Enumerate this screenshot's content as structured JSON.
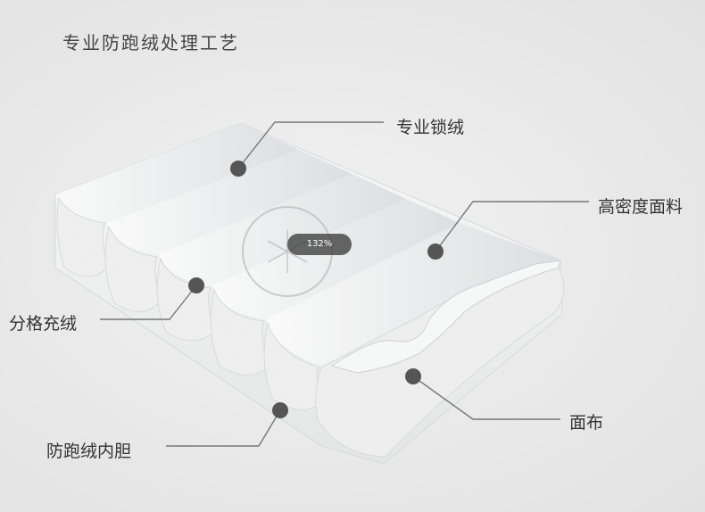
{
  "title": "专业防跑绒处理工艺",
  "labels": {
    "lock_down": "专业锁绒",
    "high_density_fabric": "高密度面料",
    "grid_fill": "分格充绒",
    "outer_fabric": "面布",
    "downproof_liner": "防跑绒内胆"
  },
  "zoom_badge": "132%",
  "colors": {
    "background": "#e9e9e9",
    "fabric": "#f2f3f3",
    "down_fill": "#ededed",
    "marker": "#555555",
    "leader_line": "#777777"
  },
  "icons": {
    "logo": "down-feather-logo-icon"
  }
}
